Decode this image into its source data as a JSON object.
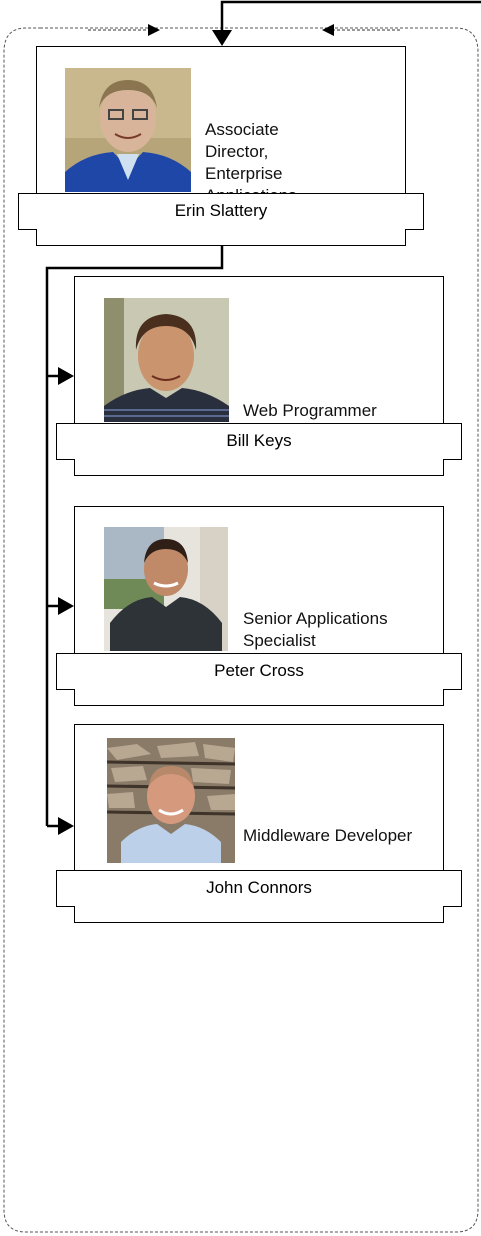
{
  "chart": {
    "manager": {
      "name": "Erin Slattery",
      "title": "Associate Director, Enterprise Applications",
      "photo_icon": "person-photo"
    },
    "reports": [
      {
        "name": "Bill Keys",
        "title": "Web Programmer",
        "photo_icon": "person-photo"
      },
      {
        "name": "Peter Cross",
        "title": "Senior Applications Specialist",
        "photo_icon": "person-photo"
      },
      {
        "name": "John Connors",
        "title": "Middleware Developer",
        "photo_icon": "person-photo"
      }
    ]
  },
  "colors": {
    "line": "#000000",
    "group_border": "#555555",
    "background": "#ffffff"
  }
}
